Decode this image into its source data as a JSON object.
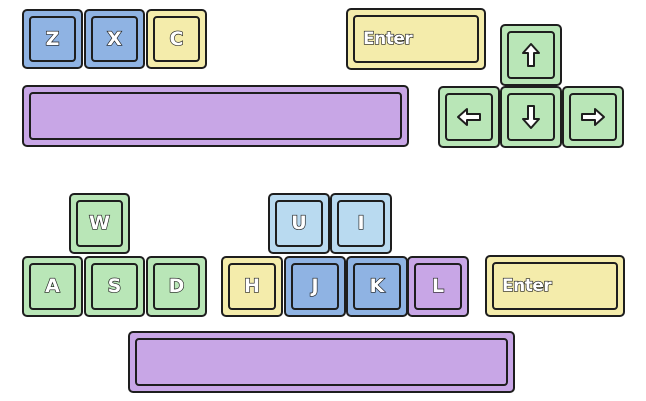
{
  "colors": {
    "blue": "#8fb3e3",
    "yellow": "#f4ecab",
    "green": "#b9e6b7",
    "purple": "#c8a6e6",
    "lightblue": "#b9daf0",
    "outline": "#1e1e1e"
  },
  "top_cluster": {
    "keys": [
      {
        "label": "Z",
        "color": "blue"
      },
      {
        "label": "X",
        "color": "blue"
      },
      {
        "label": "C",
        "color": "yellow"
      }
    ],
    "enter": {
      "label": "Enter",
      "color": "yellow"
    },
    "spacebar": {
      "label": "",
      "color": "purple"
    },
    "arrows": [
      {
        "icon": "arrow-up-icon",
        "color": "green"
      },
      {
        "icon": "arrow-left-icon",
        "color": "green"
      },
      {
        "icon": "arrow-down-icon",
        "color": "green"
      },
      {
        "icon": "arrow-right-icon",
        "color": "green"
      }
    ]
  },
  "bottom_cluster": {
    "wasd": [
      {
        "label": "W",
        "color": "green"
      },
      {
        "label": "A",
        "color": "green"
      },
      {
        "label": "S",
        "color": "green"
      },
      {
        "label": "D",
        "color": "green"
      }
    ],
    "ui": [
      {
        "label": "U",
        "color": "lightblue"
      },
      {
        "label": "I",
        "color": "lightblue"
      }
    ],
    "hjkl": [
      {
        "label": "H",
        "color": "yellow"
      },
      {
        "label": "J",
        "color": "blue"
      },
      {
        "label": "K",
        "color": "blue"
      },
      {
        "label": "L",
        "color": "purple"
      }
    ],
    "enter": {
      "label": "Enter",
      "color": "yellow"
    },
    "spacebar": {
      "label": "",
      "color": "purple"
    }
  }
}
